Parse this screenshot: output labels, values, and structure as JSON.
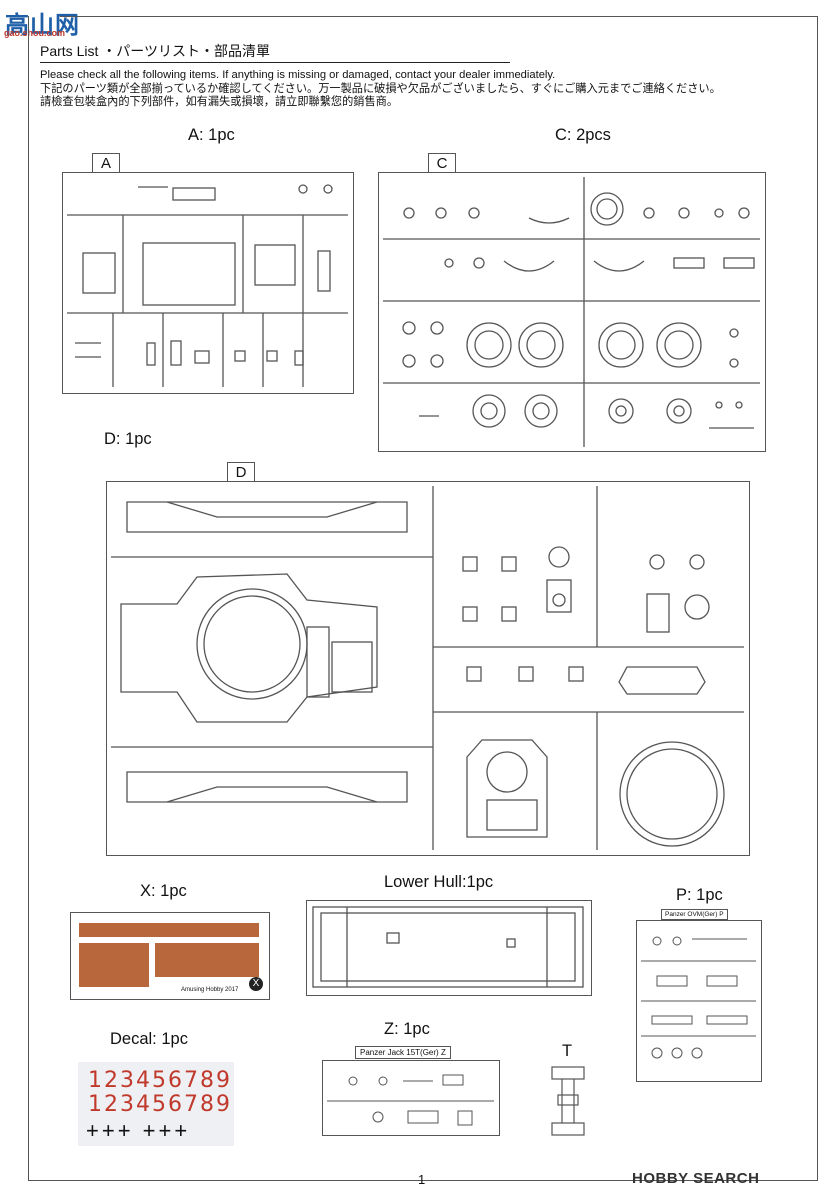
{
  "header": {
    "title": "Parts List ・パーツリスト・部品清單",
    "instructions": [
      "Please check all the following items. If anything is missing or damaged, contact your dealer immediately.",
      "下記のパーツ類が全部揃っているか確認してください。万一製品に破損や欠品がございましたら、すぐにご購入元までご連絡ください。",
      "請檢查包裝盒內的下列部件，如有漏失或損壞，請立即聯繫您的銷售商。"
    ]
  },
  "logo": {
    "main": "高山网",
    "sub": "gao.shou.com"
  },
  "sections": {
    "A": {
      "label": "A: 1pc",
      "tag": "A"
    },
    "C": {
      "label": "C: 2pcs",
      "tag": "C"
    },
    "D": {
      "label": "D: 1pc",
      "tag": "D"
    },
    "X": {
      "label": "X: 1pc",
      "brand": "Amusing Hobby 2017",
      "mark": "X"
    },
    "lower_hull": {
      "label": "Lower Hull:1pc"
    },
    "P": {
      "label": "P: 1pc",
      "tag": "Panzer OVM(Ger)",
      "mark": "P"
    },
    "decal": {
      "label": "Decal: 1pc",
      "row1": "123456789",
      "row2": "123456789",
      "crosses": "+++ +++"
    },
    "Z": {
      "label": "Z: 1pc",
      "tag": "Panzer Jack 15T(Ger)",
      "mark": "Z"
    },
    "T": {
      "label": "T"
    }
  },
  "footer": {
    "page": "1",
    "watermark": "HOBBY SEARCH"
  }
}
